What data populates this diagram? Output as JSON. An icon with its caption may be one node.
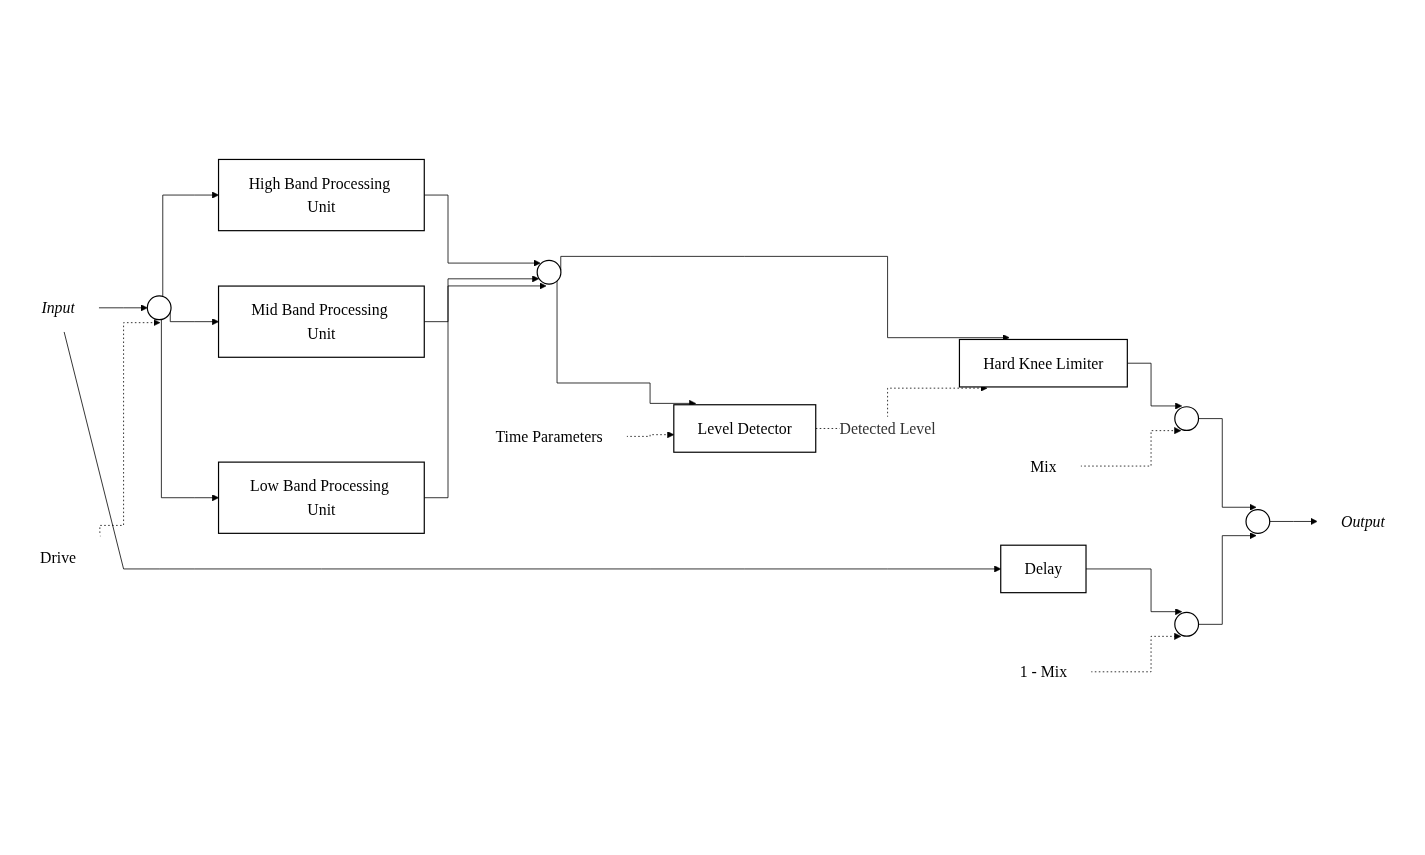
{
  "diagram": {
    "nodes": [
      {
        "text": [
          "Input"
        ]
      },
      {
        "text": [
          "Drive"
        ]
      },
      {
        "text": [],
        "shape": "circle"
      },
      {
        "text": [
          "High Band Processing Unit"
        ]
      },
      {
        "text": [
          "Mid Band Processing Unit"
        ]
      },
      {
        "text": [
          "Low Band Processing Unit"
        ]
      },
      {
        "text": [],
        "shape": "circle"
      },
      {
        "text": [
          "Time Parameters"
        ]
      },
      {
        "text": [
          "Level Detector"
        ]
      },
      {
        "text": [
          "Hard Knee Limiter"
        ]
      },
      {
        "text": [
          "Mix"
        ]
      },
      {
        "text": [],
        "shape": "circle"
      },
      {
        "text": [],
        "shape": "circle"
      },
      {
        "text": [
          "Output"
        ]
      },
      {
        "text": [
          "Delay"
        ]
      },
      {
        "text": [],
        "shape": "circle"
      },
      {
        "text": [
          "1 - Mix"
        ]
      }
    ],
    "edges": [
      {
        "from": 0,
        "to": 2,
        "arrow": "to"
      },
      {
        "from": 0,
        "to": 14,
        "arrow": "to"
      },
      {
        "from": 1,
        "to": 2,
        "arrow": "to",
        "style": "dashed"
      },
      {
        "from": 2,
        "to": 3,
        "arrow": "to"
      },
      {
        "from": 2,
        "to": 4,
        "arrow": "to"
      },
      {
        "from": 2,
        "to": 5,
        "arrow": "to"
      },
      {
        "from": 3,
        "to": 6,
        "arrow": "to"
      },
      {
        "from": 4,
        "to": 6,
        "arrow": "to"
      },
      {
        "from": 5,
        "to": 6,
        "arrow": "to"
      },
      {
        "from": 6,
        "to": 8,
        "arrow": "to"
      },
      {
        "from": 6,
        "to": 9,
        "arrow": "to"
      },
      {
        "from": 7,
        "to": 8,
        "arrow": "to",
        "style": "dashed"
      },
      {
        "from": 8,
        "to": 9,
        "arrow": "to",
        "style": "dashed",
        "label": "Detected Level"
      },
      {
        "from": 9,
        "to": 11,
        "arrow": "to"
      },
      {
        "from": 10,
        "to": 11,
        "arrow": "to",
        "style": "dashed"
      },
      {
        "from": 11,
        "to": 12,
        "arrow": "to"
      },
      {
        "from": 12,
        "to": 13,
        "arrow": "to"
      },
      {
        "from": 14,
        "to": 15,
        "arrow": "to"
      },
      {
        "from": 16,
        "to": 15,
        "arrow": "to",
        "style": "dashed"
      },
      {
        "from": 15,
        "to": 12,
        "arrow": "to"
      }
    ]
  }
}
